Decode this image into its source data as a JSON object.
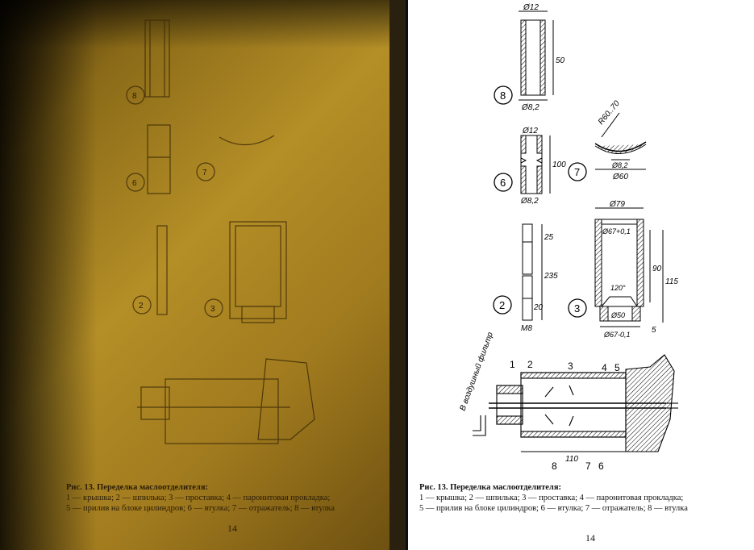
{
  "caption": {
    "title": "Рис. 13. Переделка маслоотделителя:",
    "line1": "1 — крышка; 2 — шпилька; 3 — проставка; 4 — паронитовая прокладка;",
    "line2": "5 — прилив на блоке цилиндров; 6 — втулка; 7 — отражатель; 8 — втулка"
  },
  "page_number": "14",
  "part_labels": {
    "p8": "8",
    "p6": "6",
    "p7": "7",
    "p2": "2",
    "p3": "3"
  },
  "dimensions": {
    "d12": "Ø12",
    "d8_2": "Ø8,2",
    "len50": "50",
    "len100": "100",
    "r60_70": "R60..70",
    "d60": "Ø60",
    "d79": "Ø79",
    "d67_upper": "Ø67+0,1",
    "d67_lower": "Ø67-0,1",
    "len90": "90",
    "len115": "115",
    "len5": "5",
    "angle120": "120°",
    "d50": "Ø50",
    "len25": "25",
    "len235": "235",
    "len20": "20",
    "m8": "M8",
    "len110": "110"
  },
  "assembly": {
    "label": "В воздушный фильтр",
    "callouts": [
      "1",
      "2",
      "3",
      "4",
      "5",
      "8",
      "7",
      "6"
    ]
  }
}
